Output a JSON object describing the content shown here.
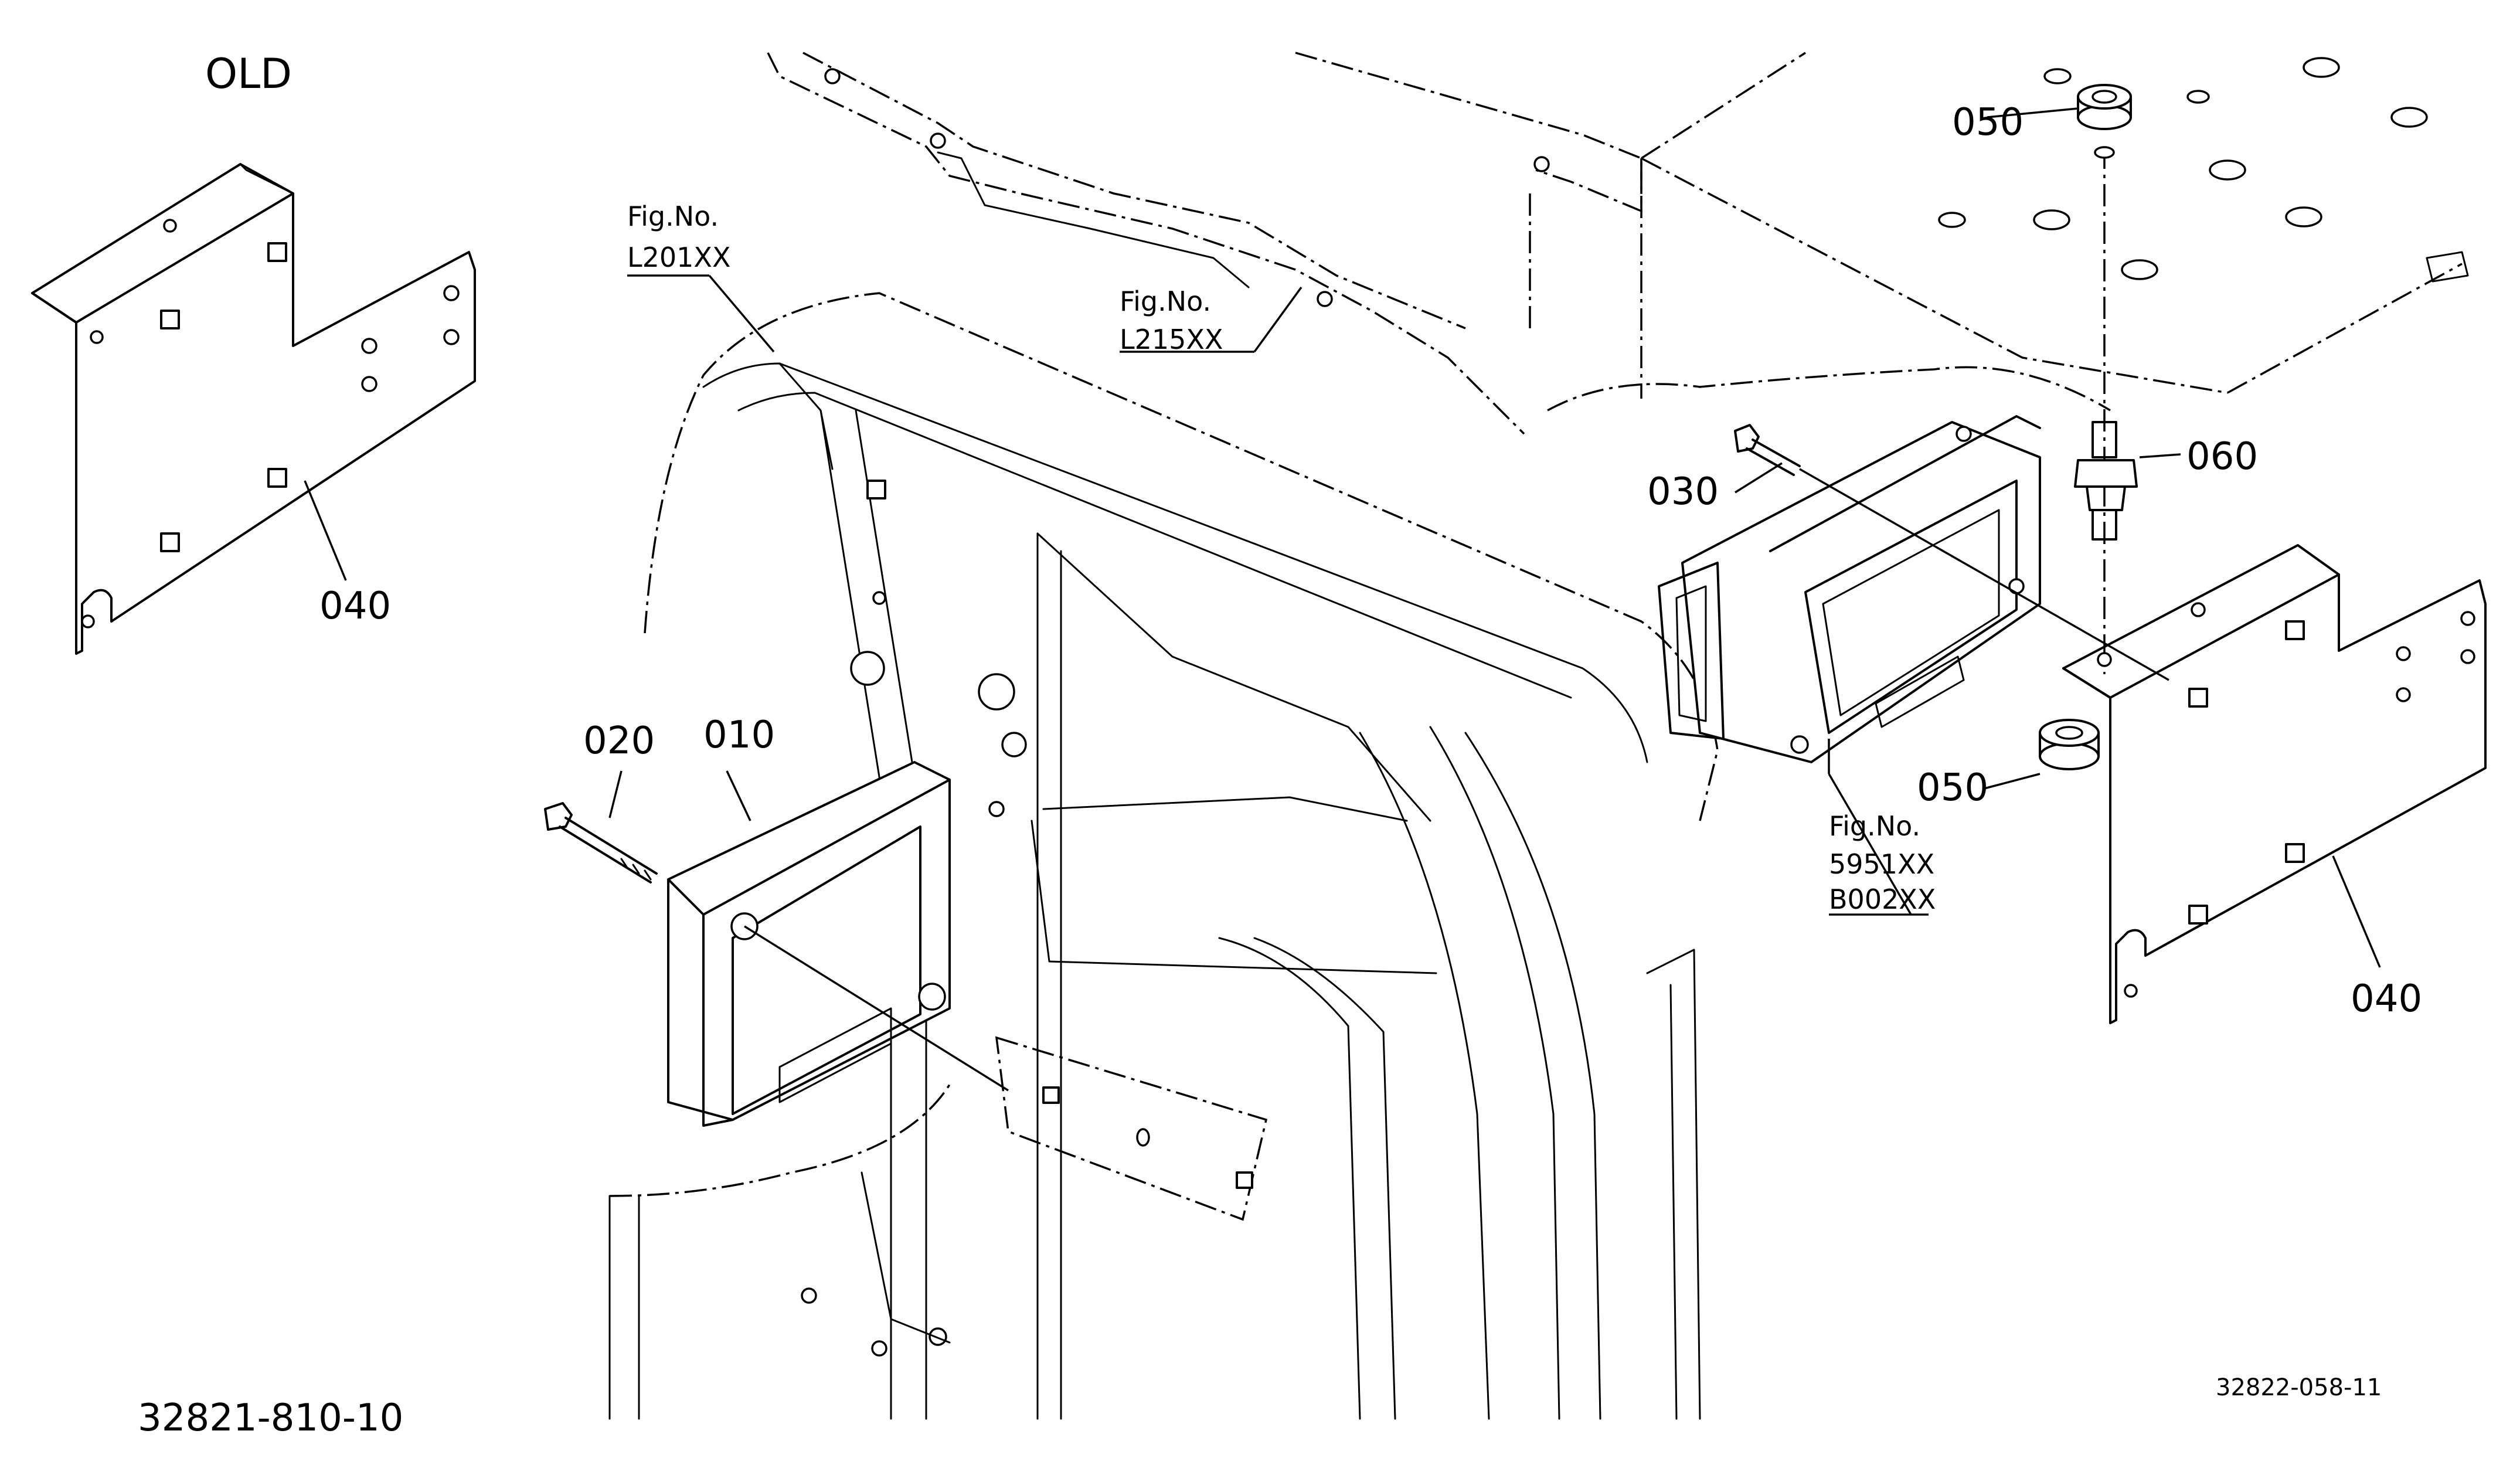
{
  "title": "OLD",
  "drawing_number": "32821-810-10",
  "figure_code": "32822-058-11",
  "callouts": {
    "p010": "010",
    "p020": "020",
    "p030": "030",
    "p040_old": "040",
    "p040_new": "040",
    "p050_top": "050",
    "p050_bottom": "050",
    "p060": "060"
  },
  "fig_refs": {
    "l201": {
      "label": "Fig.No.",
      "code": "L201XX"
    },
    "l215": {
      "label": "Fig.No.",
      "code": "L215XX"
    },
    "ecu": {
      "label": "Fig.No.",
      "code1": "5951XX",
      "code2": "B002XX"
    }
  }
}
